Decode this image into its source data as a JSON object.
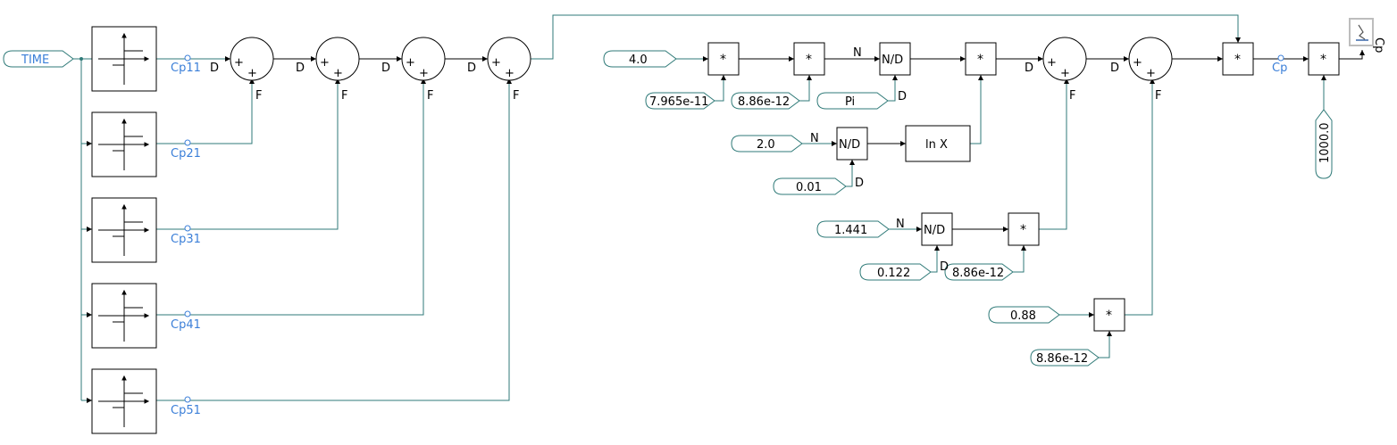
{
  "inputs": {
    "time": "TIME",
    "c_4": "4.0",
    "c_7965": "7.965e-11",
    "c_886a": "8.86e-12",
    "c_pi": "Pi",
    "c_2": "2.0",
    "c_001": "0.01",
    "c_1441": "1.441",
    "c_0122": "0.122",
    "c_886b": "8.86e-12",
    "c_088": "0.88",
    "c_886c": "8.86e-12",
    "c_1000": "1000.0"
  },
  "node_labels": {
    "cp11": "Cp11",
    "cp21": "Cp21",
    "cp31": "Cp31",
    "cp41": "Cp41",
    "cp51": "Cp51",
    "cp": "Cp",
    "probe": "Cp"
  },
  "ops": {
    "mul": "*",
    "div": "N/D",
    "ln": "ln X"
  },
  "port_labels": {
    "n": "N",
    "d": "D",
    "f": "F",
    "plus": "+"
  },
  "colors": {
    "wire": "#2f7a78",
    "label_blue": "#3b7fd8",
    "block_border": "#000000"
  },
  "icons": [
    "step-function-icon",
    "scope-probe-icon"
  ]
}
